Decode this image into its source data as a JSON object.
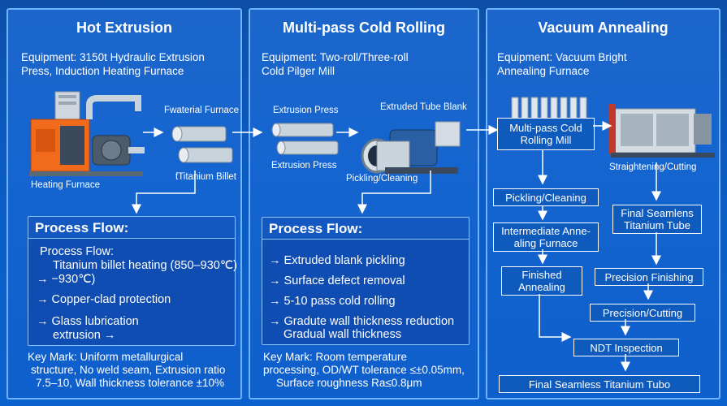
{
  "panels": [
    {
      "title": "Hot Extrusion",
      "equipment": [
        "Equipment: 3150t Hydraulic Extrusion",
        "Press, Induction Heating Furnace"
      ],
      "labels": {
        "material_furnace": "Fwaterial Furnace",
        "heating_furnace": "Heating Furnace",
        "titanium_billet": "ƭTitanium Billet"
      },
      "process_title": "Process Flow:",
      "process_items": [
        "Process Flow:",
        "Titanium billet heating (850–930℃)",
        "→ −930℃)",
        "→  Copper-clad protection",
        "→  Glass lubrication",
        "extrusion →"
      ],
      "key_mark": [
        "Key Mark: Uniform metallurgical",
        "structure, No weld seam, Extrusion ratio",
        "7.5–10, Wall thickness tolerance ±10%"
      ]
    },
    {
      "title": "Multi-pass Cold Rolling",
      "equipment": [
        "Equipment: Two-roll/Three-roll",
        "Cold Pilger Mill"
      ],
      "labels": {
        "extrusion_press_top": "Extrusion Press",
        "extrusion_press_bottom": "Extrusion Press",
        "extruded_tube_blank": "Extruded Tube Blank",
        "pickling_cleaning": "Pickling/Cleaning"
      },
      "process_title": "Process Flow:",
      "process_items": [
        "→  Extruded blank pickling",
        "→  Surface defect removal",
        "→  5-10 pass cold rolling",
        "→  Gradute wall thickness reduction",
        "Gradual wall thickness"
      ],
      "key_mark": [
        "Key Mark: Room temperature",
        "processing, OD/WT tolerance ≤±0.05mm,",
        "Surface roughness Ra≤0.8μm"
      ]
    },
    {
      "title": "Vacuum Annealing",
      "equipment": [
        "Equipment: Vacuum Bright",
        "Annealing Furnace"
      ],
      "labels": {
        "straightening_cutting": "Straightening/Cutting"
      },
      "boxes": {
        "rolling_mill": "Multi-pass Cold Rolling Mill",
        "pickling": "Pickling/Cleaning",
        "intermediate": "Intermediate Anne-aling Furnace",
        "finished": "Finished Annealing",
        "final_seamless": "Final Seamlens Titanium Tube",
        "precision_finishing": "Precision Finishing",
        "precision_cutting": "Precision/Cutting",
        "ndt": "NDT Inspection",
        "final_tube": "Final Seamless Titanium Tubo"
      }
    }
  ],
  "colors": {
    "background": "#0b5cc6",
    "panel_border": "#6fb2ff",
    "furnace_orange": "#f26a1b",
    "steel": "#c9d3dc"
  }
}
